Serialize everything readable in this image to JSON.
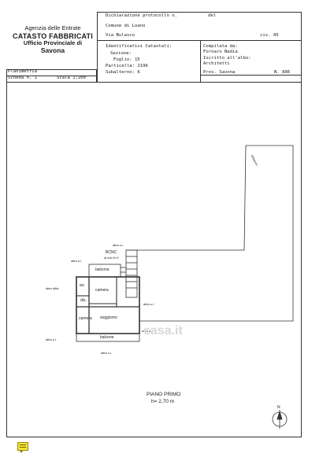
{
  "agency": {
    "line1": "Agenzia delle Entrate",
    "line2": "CATASTO FABBRICATI",
    "line3": "Ufficio Provinciale di",
    "line4": "Savona"
  },
  "header": {
    "dichiarazione_label": "Dichiarazione protocollo n.",
    "del_label": "del",
    "comune": "Comune di Loano",
    "via": "Via Bulasco",
    "civ": "civ. 45"
  },
  "identificativi": {
    "title": "Identificativi Catastali:",
    "sezione": "Sezione:",
    "foglio": "Foglio: 15",
    "particella": "Particella: 2196",
    "subalterno": "Subalterno: 6"
  },
  "compilata": {
    "title": "Compilata da:",
    "name": "Fornaro Nadia",
    "iscritto": "Iscritto all'albo:",
    "albo": "Architetti",
    "prov": "Prov. Savona",
    "numero": "N. 886"
  },
  "planimetria": {
    "label": "Planimetria",
    "scheda": "Scheda n. 1",
    "scala": "Scala 1:200"
  },
  "plan": {
    "altra_ui": "altra u.i.",
    "altra_ditta": "altra ditta",
    "bcnc": "BCNC",
    "sub_bcnc": "al sub 5+4",
    "balcone_top": "balcone",
    "wc": "wc",
    "dis": "dis.",
    "camera_1": "camera",
    "camera_2": "camera",
    "soggiorno": "soggiorno",
    "balcone_bottom": "balcone",
    "distacco": "distacco",
    "piano": "PIANO PRIMO",
    "altezza": "h= 2,70 m",
    "watermark": "casa.it",
    "north": "N"
  }
}
